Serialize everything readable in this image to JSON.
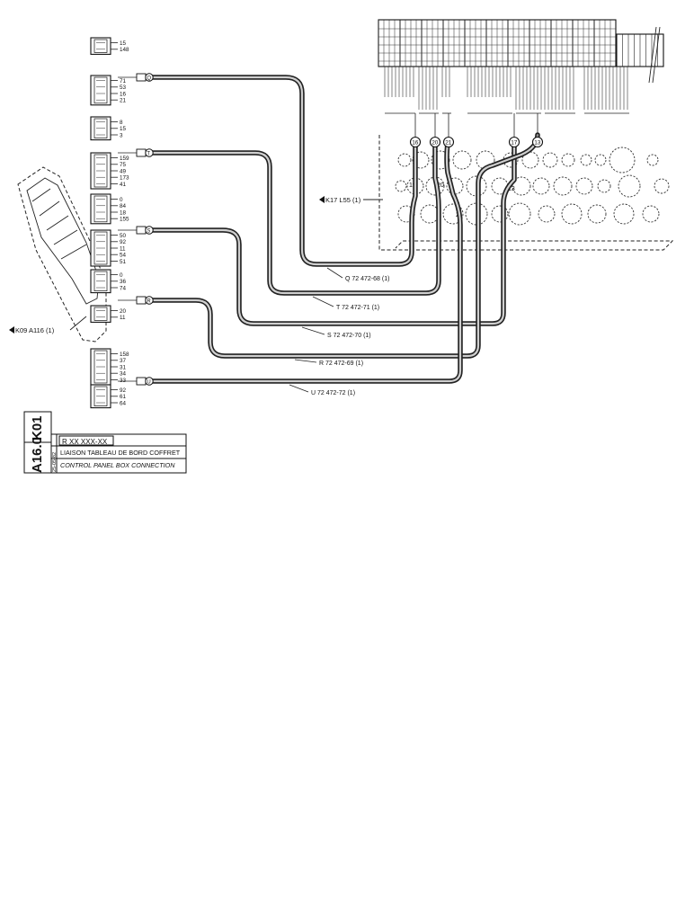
{
  "connectors": [
    {
      "id": "c1",
      "pins": [
        "15",
        "148"
      ]
    },
    {
      "id": "c2",
      "pins": [
        "71",
        "53",
        "16",
        "21"
      ]
    },
    {
      "id": "c3",
      "pins": [
        "8",
        "15",
        "3"
      ]
    },
    {
      "id": "c4",
      "pins": [
        "159",
        "75",
        "49",
        "173",
        "41"
      ]
    },
    {
      "id": "c5",
      "pins": [
        "0",
        "84",
        "18",
        "155"
      ]
    },
    {
      "id": "c6",
      "pins": [
        "50",
        "92",
        "11",
        "54",
        "51"
      ]
    },
    {
      "id": "c7",
      "pins": [
        "0",
        "36",
        "74"
      ]
    },
    {
      "id": "c8",
      "pins": [
        "20",
        "11"
      ]
    },
    {
      "id": "c9",
      "pins": [
        "158",
        "37",
        "31",
        "34",
        "33"
      ]
    },
    {
      "id": "c10",
      "pins": [
        "92",
        "61",
        "64"
      ]
    }
  ],
  "harness_ends": [
    {
      "id": "Q",
      "label": "Q"
    },
    {
      "id": "T",
      "label": "T"
    },
    {
      "id": "S",
      "label": "S"
    },
    {
      "id": "R",
      "label": "R"
    },
    {
      "id": "U",
      "label": "U"
    }
  ],
  "harnesses": [
    {
      "id": "Q",
      "label": "Q 72 472-68 (1)"
    },
    {
      "id": "T",
      "label": "T 72 472-71 (1)"
    },
    {
      "id": "S",
      "label": "S 72 472-70 (1)"
    },
    {
      "id": "R",
      "label": "R 72 472-69 (1)"
    },
    {
      "id": "U",
      "label": "U 72 472-72 (1)"
    }
  ],
  "panel_plugs": [
    "16",
    "20",
    "21",
    "17",
    "13"
  ],
  "panel_hole_labels": [
    "19",
    "20",
    "21",
    "13"
  ],
  "references": {
    "panel": "K17 L55 (1)",
    "control_box": "K09 A116 (1)"
  },
  "title_block": {
    "group": "K01",
    "page": "A16.0",
    "part_no": "R XX XXX-XX",
    "date": "25-05-82",
    "title_fr": "LIAISON TABLEAU DE BORD COFFRET",
    "title_en": "CONTROL PANEL BOX CONNECTION"
  }
}
